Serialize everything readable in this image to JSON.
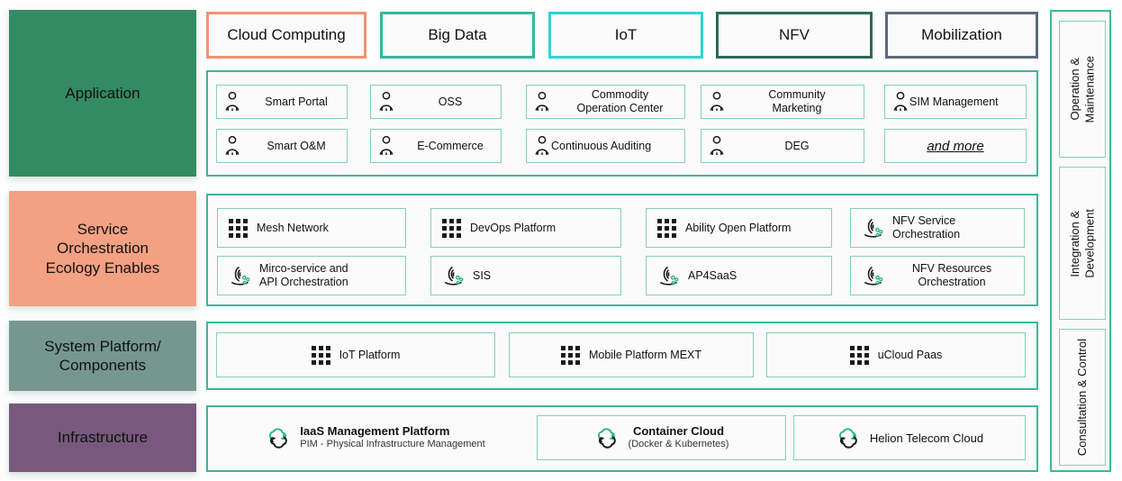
{
  "layers": [
    {
      "name": "application",
      "label": "Application",
      "color": "#338a63"
    },
    {
      "name": "service",
      "label": "Service\nOrchestration\nEcology Enables",
      "line1": "Service",
      "line2": "Orchestration",
      "line3": "Ecology Enables",
      "color": "#f4a183"
    },
    {
      "name": "system",
      "line1": "System Platform/",
      "line2": "Components",
      "color": "#769790"
    },
    {
      "name": "infrastructure",
      "label": "Infrastructure",
      "color": "#78597d"
    }
  ],
  "tabs": [
    {
      "label": "Cloud Computing",
      "color": "#f0936f"
    },
    {
      "label": "Big Data",
      "color": "#35b79b"
    },
    {
      "label": "IoT",
      "color": "#2dd4d4"
    },
    {
      "label": "NFV",
      "color": "#2b6a5a"
    },
    {
      "label": "Mobilization",
      "color": "#5c6b7a"
    }
  ],
  "application_row": {
    "icon": "person-icon",
    "cards": [
      {
        "line1": "Smart Portal",
        "line2": ""
      },
      {
        "line1": "OSS",
        "line2": ""
      },
      {
        "line1": "Commodity",
        "line2": "Operation Center"
      },
      {
        "line1": "Community",
        "line2": "Marketing"
      },
      {
        "line1": "SIM Management",
        "line2": ""
      },
      {
        "line1": "Smart O&M",
        "line2": ""
      },
      {
        "line1": "E-Commerce",
        "line2": ""
      },
      {
        "line1": "Continuous Auditing",
        "line2": ""
      },
      {
        "line1": "DEG",
        "line2": ""
      }
    ],
    "and_more": "and more"
  },
  "service_row": {
    "cards": [
      {
        "line1": "Mesh Network",
        "line2": "",
        "icon": "dots-grid-icon"
      },
      {
        "line1": "DevOps Platform",
        "line2": "",
        "icon": "dots-grid-icon"
      },
      {
        "line1": "Ability Open Platform",
        "line2": "",
        "icon": "dots-grid-icon"
      },
      {
        "line1": "NFV Service",
        "line2": "Orchestration",
        "icon": "orchestration-icon"
      },
      {
        "line1": "Mirco-service and",
        "line2": "API Orchestration",
        "icon": "orchestration-icon"
      },
      {
        "line1": "SIS",
        "line2": "",
        "icon": "orchestration-icon"
      },
      {
        "line1": "AP4SaaS",
        "line2": "",
        "icon": "orchestration-icon"
      },
      {
        "line1": "NFV Resources",
        "line2": "Orchestration",
        "icon": "orchestration-icon"
      }
    ]
  },
  "system_row": {
    "cards": [
      {
        "label": "IoT Platform",
        "icon": "dots-grid-icon"
      },
      {
        "label": "Mobile Platform MEXT",
        "icon": "dots-grid-icon"
      },
      {
        "label": "uCloud Paas",
        "icon": "dots-grid-icon"
      }
    ]
  },
  "infrastructure_row": {
    "items": [
      {
        "title": "IaaS Management Platform",
        "subtitle": "PIM - Physical Infrastructure Management",
        "icon": "cloud-refresh-icon",
        "boxed": false
      },
      {
        "title": "Container Cloud",
        "subtitle": "(Docker & Kubernetes)",
        "icon": "cloud-refresh-icon",
        "boxed": true
      },
      {
        "title": "Helion Telecom Cloud",
        "subtitle": "",
        "icon": "cloud-refresh-icon",
        "boxed": true
      }
    ]
  },
  "sidebar": {
    "boxes": [
      {
        "line1": "Operation &",
        "line2": "Maintenance"
      },
      {
        "line1": "Integration &",
        "line2": "Development"
      },
      {
        "line1": "Consultation & Control",
        "line2": ""
      }
    ]
  },
  "colors": {
    "teal_border": "#3bb89a",
    "card_border": "#86cfbd",
    "accent_green": "#2fb38a"
  }
}
